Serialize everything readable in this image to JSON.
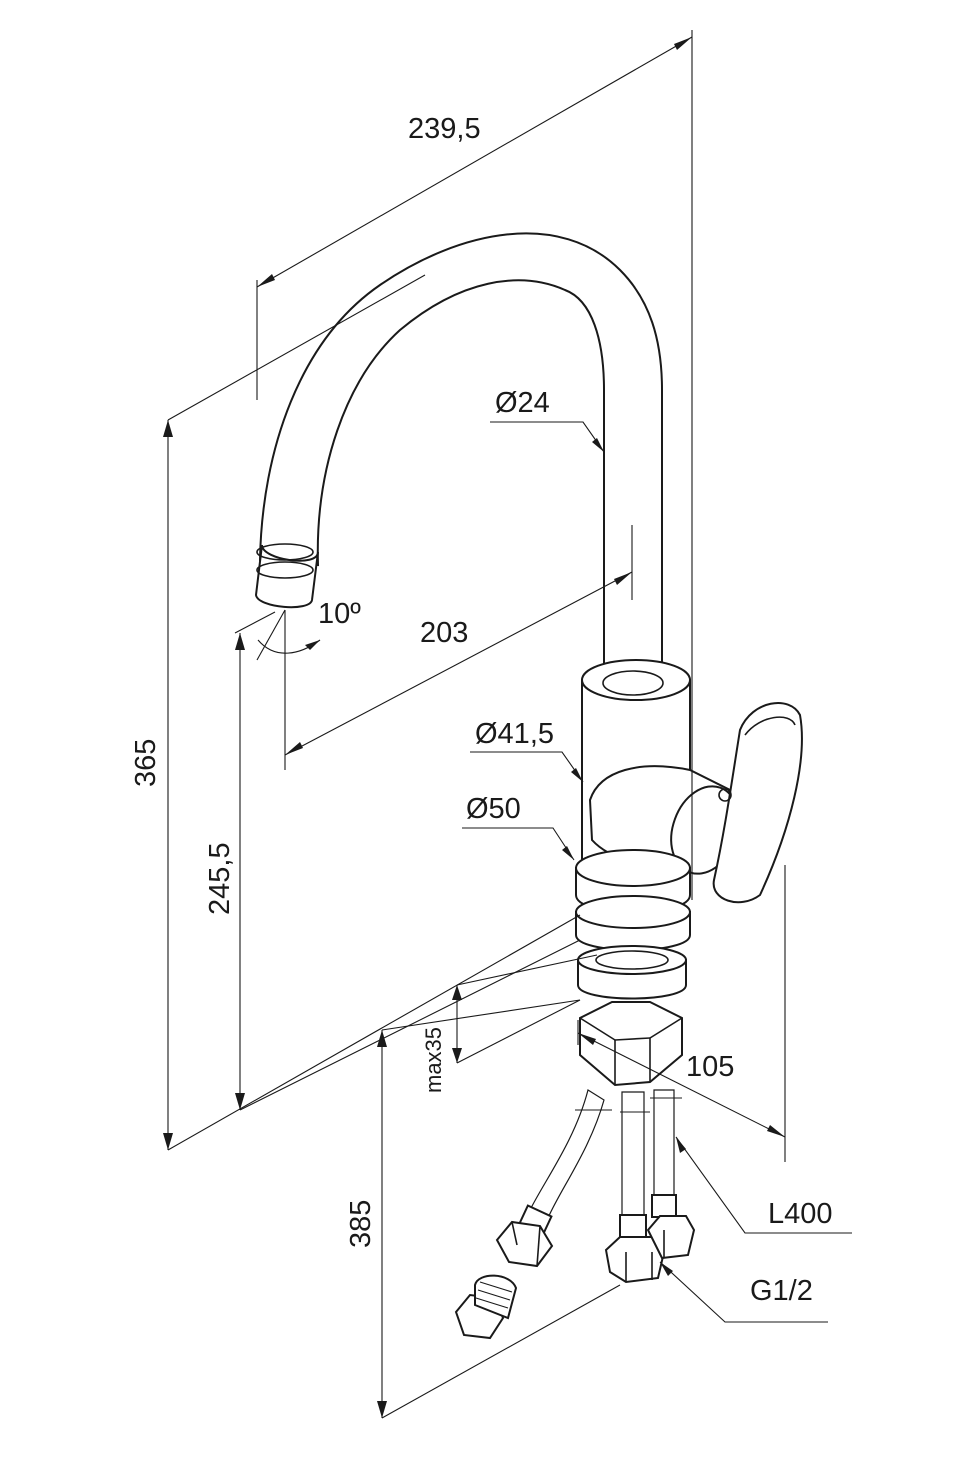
{
  "dimensions": {
    "total_length": "239,5",
    "spout_reach": "203",
    "total_height": "365",
    "spout_height": "245,5",
    "below_counter": "385",
    "spout_angle": "10º",
    "spout_diameter": "Ø24",
    "body_diameter": "Ø41,5",
    "base_diameter": "Ø50",
    "max_counter_thickness": "max35",
    "handle_projection": "105",
    "hose_length": "L400",
    "connection_thread": "G1/2"
  }
}
